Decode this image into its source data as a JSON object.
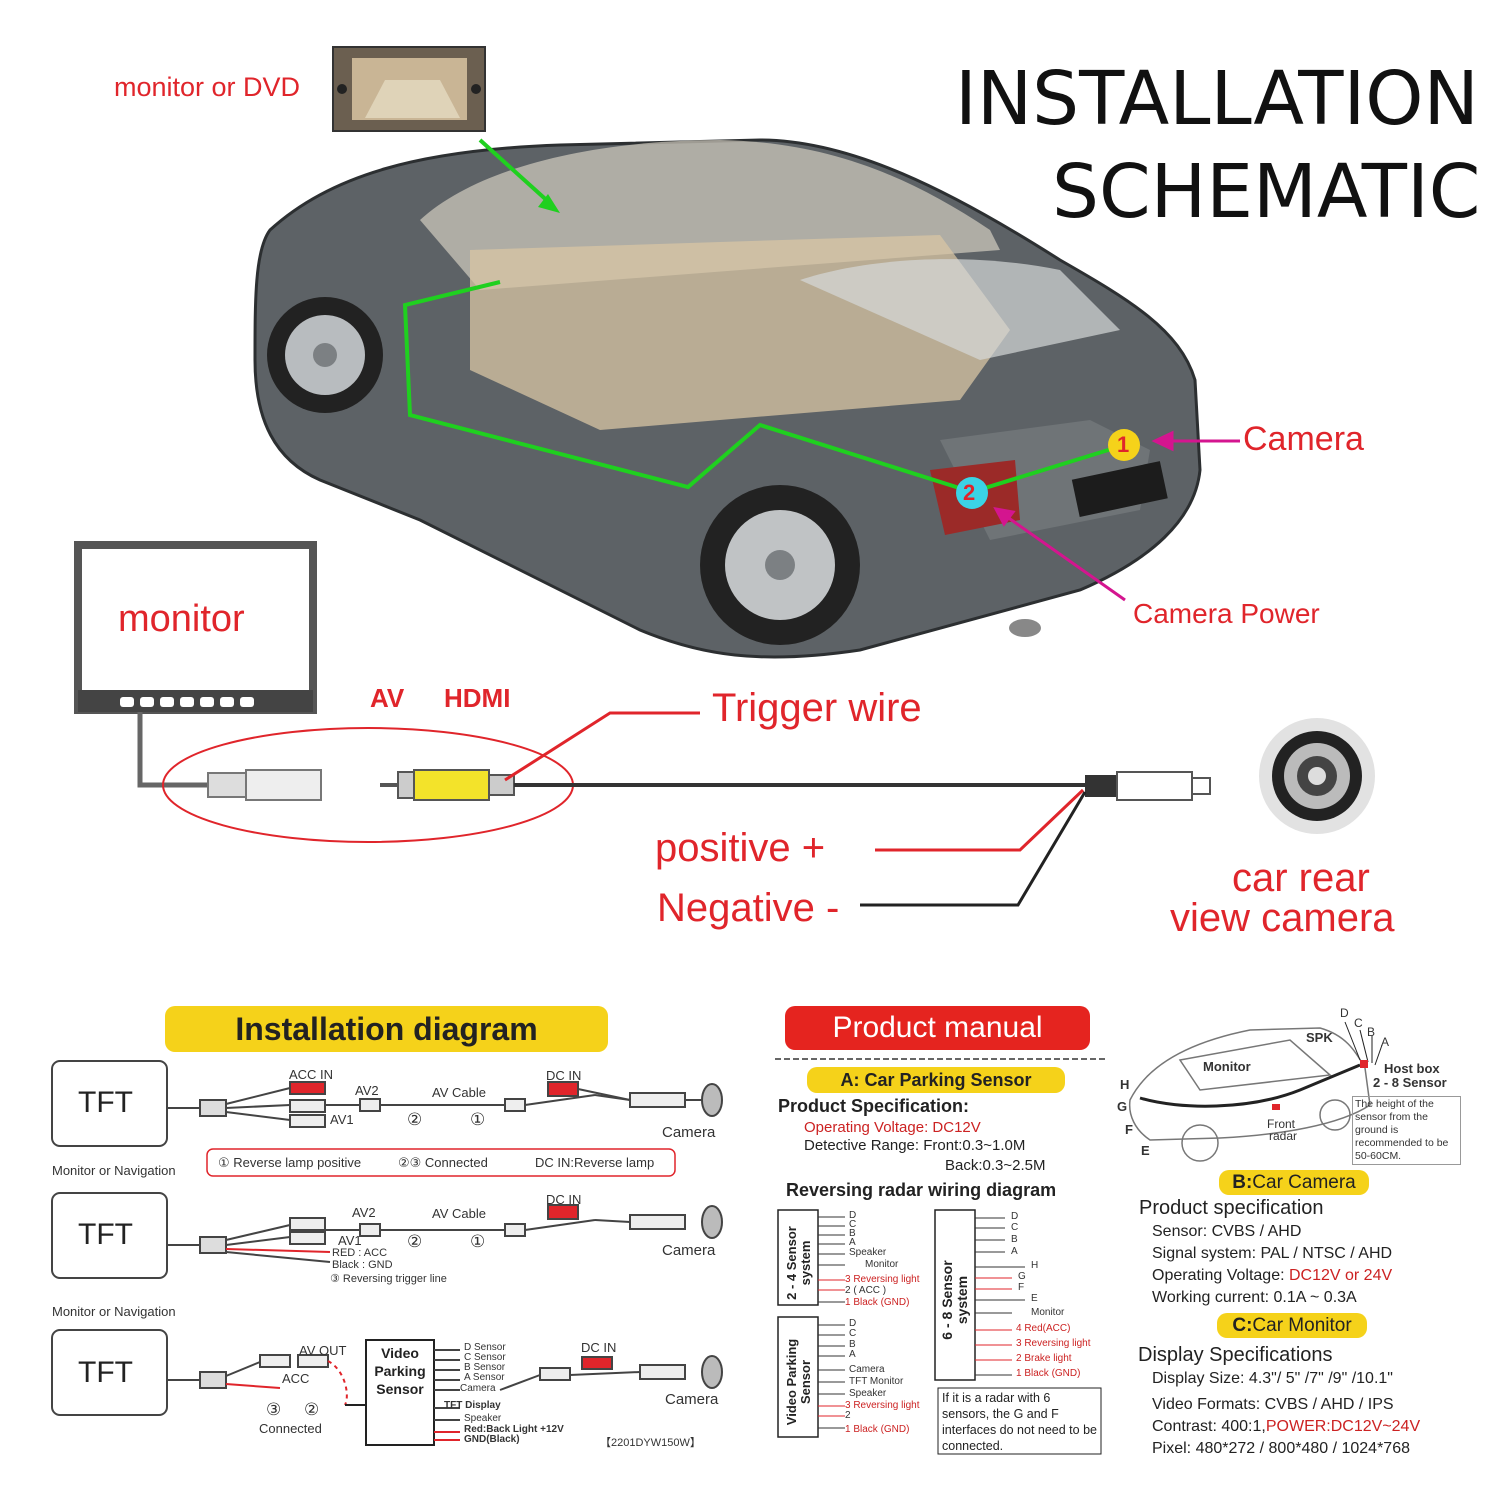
{
  "top": {
    "title_line1": "INSTALLATION",
    "title_line2": "SCHEMATIC",
    "monitor_dvd": "monitor or DVD",
    "camera": "Camera",
    "camera_power": "Camera Power",
    "marker1": "1",
    "marker2": "2"
  },
  "wiring": {
    "monitor": "monitor",
    "av": "AV",
    "hdmi": "HDMI",
    "trigger": "Trigger wire",
    "positive": "positive +",
    "negative": "Negative -",
    "rear_cam_1": "car rear",
    "rear_cam_2": "view camera"
  },
  "install": {
    "header": "Installation diagram",
    "tft": "TFT",
    "monitor_nav": "Monitor or Navigation",
    "acc_in": "ACC IN",
    "av2": "AV2",
    "av1": "AV1",
    "av_cable": "AV Cable",
    "dc_in": "DC IN",
    "camera": "Camera",
    "c1": "①",
    "c2": "②",
    "c3": "③",
    "legend1": "① Reverse lamp positive",
    "legend2": "②③ Connected",
    "legend3": "DC IN:Reverse lamp",
    "red_acc": "RED : ACC",
    "black_gnd": "Black : GND",
    "rev_trigger": "③ Reversing trigger line",
    "av_out": "AV OUT",
    "acc": "ACC",
    "connected": "Connected",
    "vps": "Video Parking Sensor",
    "d_sensor": "D Sensor",
    "c_sensor": "C Sensor",
    "b_sensor": "B Sensor",
    "a_sensor": "A Sensor",
    "camera_lbl": "Camera",
    "tft_display": "TFT Display",
    "speaker": "Speaker",
    "red_back": "Red:Back Light +12V",
    "gnd_black": "GND(Black)",
    "model": "【2201DYW150W】"
  },
  "manual": {
    "header": "Product manual",
    "a_title": "A: Car Parking Sensor",
    "product_spec": "Product Specification:",
    "op_voltage": "Operating Voltage: DC12V",
    "det_range": "Detective Range: Front:0.3~1.0M",
    "back_range": "Back:0.3~2.5M",
    "radar_title": "Reversing radar wiring diagram",
    "sys24": "2 - 4 Sensor system",
    "sys68": "6 - 8 Sensor system",
    "vps": "Video Parking Sensor",
    "d": "D",
    "c": "C",
    "b": "B",
    "a": "A",
    "h": "H",
    "g": "G",
    "f": "F",
    "e": "E",
    "speaker": "Speaker",
    "monitor": "Monitor",
    "rev_light3": "3 Reversing light",
    "acc2": "2 ( ACC )",
    "black_gnd1": "1 Black (GND)",
    "red_acc4": "4 Red(ACC)",
    "rev_light_3": "3 Reversing light",
    "brake2": "2 Brake light",
    "black1": "1 Black (GND)",
    "camera": "Camera",
    "tft_monitor": "TFT Monitor",
    "rev_light_v": "3 Reversing light",
    "two": "2",
    "black_v": "1 Black (GND)",
    "note": "If it is a radar with 6 sensors, the G and F interfaces do not need to be connected."
  },
  "car": {
    "monitor": "Monitor",
    "spk": "SPK",
    "host_box": "Host box",
    "sensor_range": "2 - 8 Sensor",
    "front_radar_1": "Front",
    "front_radar_2": "radar",
    "height_note": "The height of the sensor from the ground is recommended to be 50-60CM.",
    "D": "D",
    "C": "C",
    "B": "B",
    "A": "A",
    "H": "H",
    "G": "G",
    "F": "F",
    "E": "E"
  },
  "camera_spec": {
    "b_title_pre": "B:",
    "b_title": "Car Camera",
    "ps": "Product specification",
    "sensor": "Sensor: CVBS / AHD",
    "signal": "Signal system: PAL / NTSC / AHD",
    "op_label": "Operating Voltage: ",
    "op_value": "DC12V or 24V",
    "current": "Working current: 0.1A ~ 0.3A",
    "c_title_pre": "C:",
    "c_title": "Car Monitor",
    "ds": "Display Specifications",
    "size": "Display Size: 4.3\"/ 5\" /7\" /9\" /10.1\"",
    "formats": "Video Formats: CVBS / AHD / IPS",
    "contrast_label": "Contrast: 400:1,",
    "power": "POWER:DC12V~24V",
    "pixel": "Pixel: 480*272 / 800*480 / 1024*768"
  },
  "colors": {
    "green": "#1fd01f",
    "red": "#e0252b",
    "magenta": "#d4158f",
    "yellow": "#f5d21a"
  }
}
